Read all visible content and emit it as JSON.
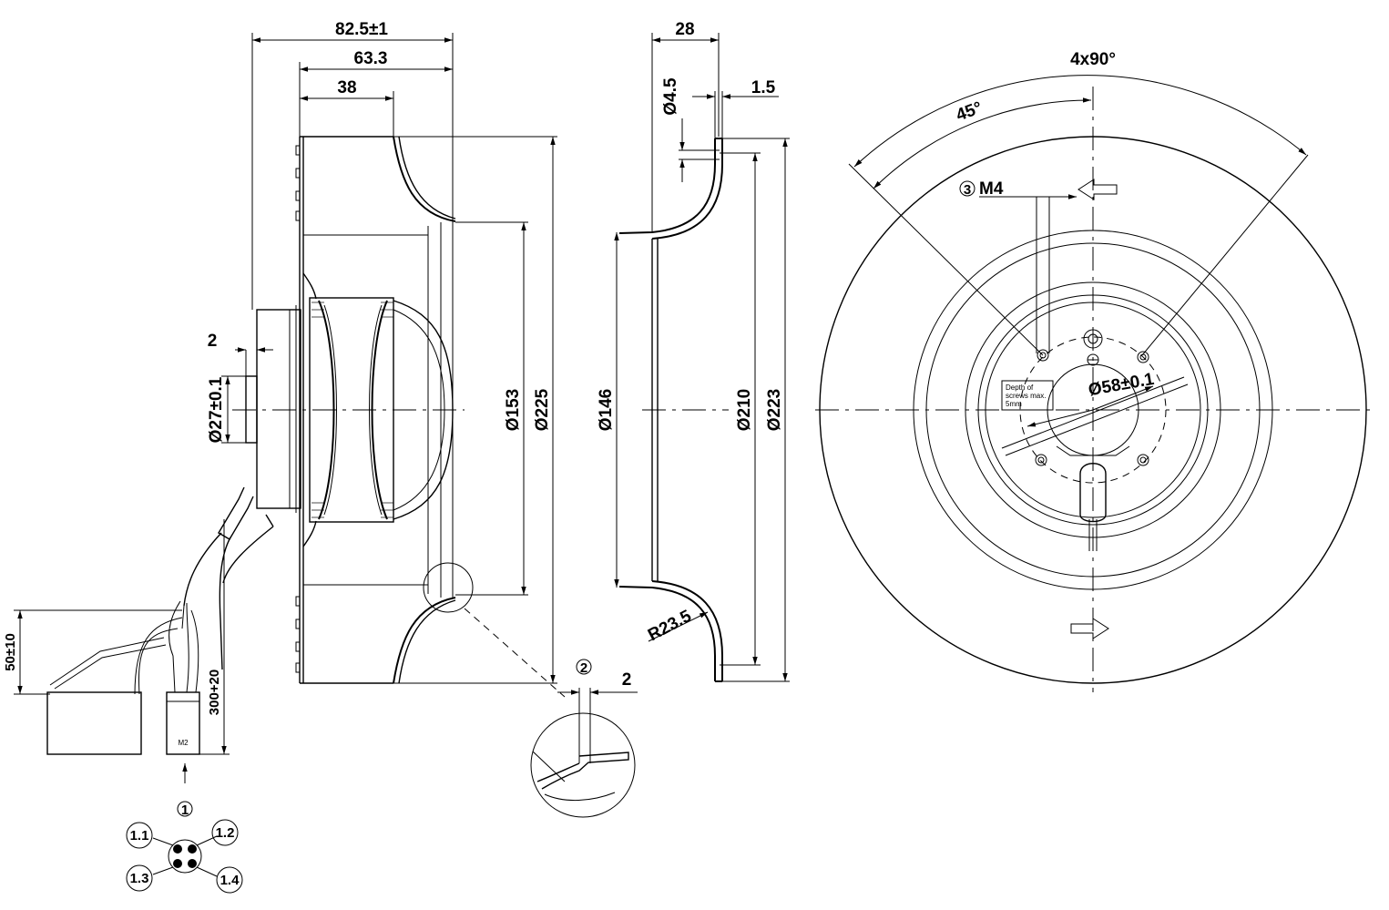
{
  "side_view": {
    "dim_overall_length": "82.5±1",
    "dim_impeller_length": "63.3",
    "dim_inlet_depth": "38",
    "dim_shaft_step": "2",
    "dim_shaft_dia": "Ø27±0.1",
    "dim_dia_153": "Ø153",
    "dim_dia_225": "Ø225",
    "dim_lead_50": "50±10",
    "dim_lead_300": "300+20",
    "connector_label": "M2",
    "callout_1": "1",
    "callout_2": "2",
    "dim_detail_2": "2",
    "pins": [
      "1.1",
      "1.2",
      "1.3",
      "1.4"
    ]
  },
  "inlet_ring": {
    "dim_width": "28",
    "dim_hole": "Ø4.5",
    "dim_thickness": "1.5",
    "dim_dia_146": "Ø146",
    "dim_dia_210": "Ø210",
    "dim_dia_223": "Ø223",
    "dim_radius": "R23.5"
  },
  "front_view": {
    "angle_spacing": "4x90°",
    "angle_offset": "45°",
    "callout_3": "3",
    "thread": "M4",
    "bolt_circle": "Ø58±0.1",
    "note_lines": [
      "Depth of",
      "screws max.",
      "5mm"
    ]
  }
}
